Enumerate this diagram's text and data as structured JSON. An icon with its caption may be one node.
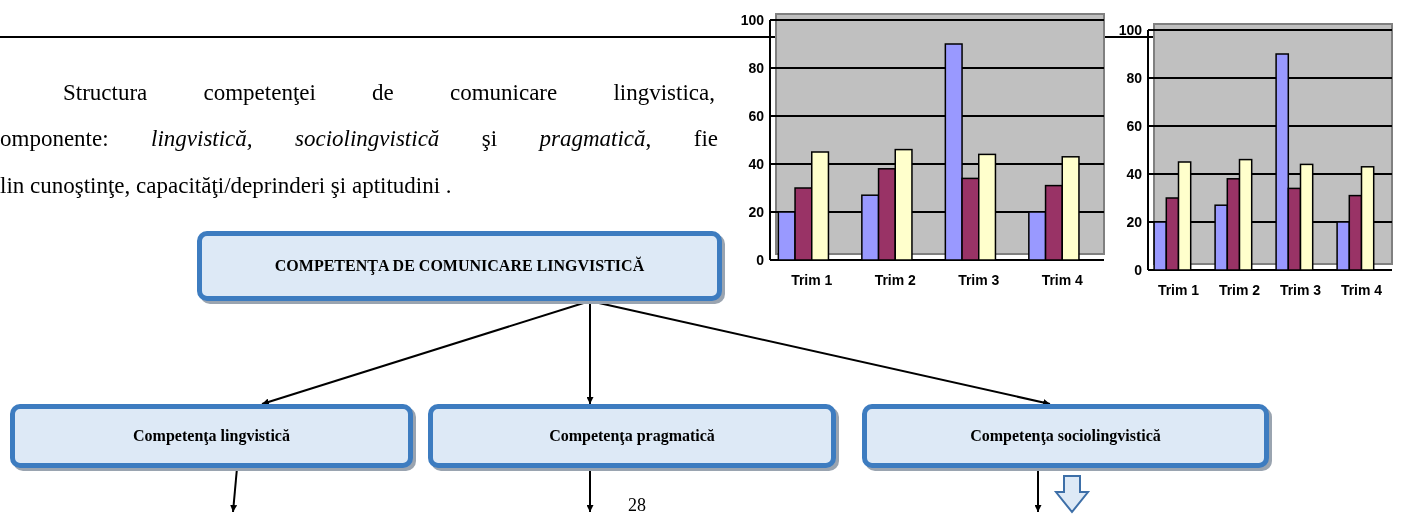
{
  "diagram": {
    "nodes": [
      {
        "text": [
          "COMPETENŢA DE COMUNICARE LINGVISTICĂ"
        ]
      },
      {
        "text": [
          "Competenţa lingvistică"
        ]
      },
      {
        "text": [
          "Competenţa pragmatică"
        ]
      },
      {
        "text": [
          "Competenţa sociolingvistică"
        ]
      }
    ],
    "edges": [
      {
        "from": 0,
        "to": 1,
        "arrow": "to"
      },
      {
        "from": 0,
        "to": 2,
        "arrow": "to"
      },
      {
        "from": 0,
        "to": 3,
        "arrow": "to"
      },
      {
        "from": 1,
        "to": null,
        "arrow": "to"
      },
      {
        "from": 2,
        "to": null,
        "arrow": "to"
      },
      {
        "from": 3,
        "to": null,
        "arrow": "to"
      },
      {
        "from": 3,
        "to": null,
        "arrow": "to",
        "style": "thick"
      }
    ],
    "labels": [
      "Structura competenţei de comunicare lingvistica,",
      "omponente: *lingvistică, sociolingvistică* şi *pragmatică*, fie",
      "lin cunoştinţe, capacităţi/deprinderi şi aptitudini .",
      "28"
    ],
    "chart_data": [
      {
        "type": "bar",
        "grid": true,
        "categories": [
          "Trim 1",
          "Trim 2",
          "Trim 3",
          "Trim 4"
        ],
        "ylim": [
          0,
          100
        ],
        "yticks": [
          0,
          20,
          40,
          60,
          80,
          100
        ],
        "series": [
          {
            "color": "#9999ff",
            "values": [
              20,
              27,
              90,
              20
            ]
          },
          {
            "color": "#993366",
            "values": [
              30,
              38,
              34,
              31
            ]
          },
          {
            "color": "#ffffcc",
            "values": [
              45,
              46,
              44,
              43
            ]
          }
        ]
      },
      {
        "type": "bar",
        "grid": true,
        "categories": [
          "Trim 1",
          "Trim 2",
          "Trim 3",
          "Trim 4"
        ],
        "ylim": [
          0,
          100
        ],
        "yticks": [
          0,
          20,
          40,
          60,
          80,
          100
        ],
        "series": [
          {
            "color": "#9999ff",
            "values": [
              20,
              27,
              90,
              20
            ]
          },
          {
            "color": "#993366",
            "values": [
              30,
              38,
              34,
              31
            ]
          },
          {
            "color": "#ffffcc",
            "values": [
              45,
              46,
              44,
              43
            ]
          }
        ]
      }
    ]
  }
}
